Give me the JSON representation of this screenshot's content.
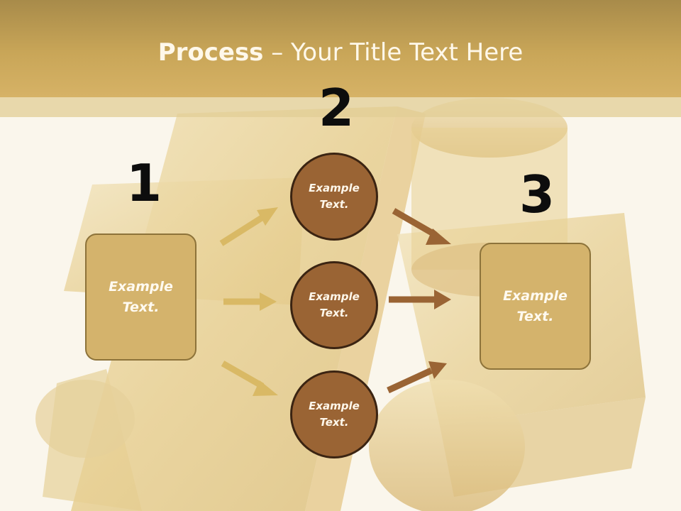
{
  "slide": {
    "title_bold": "Process",
    "title_rest": " – Your Title Text Here",
    "numbers": [
      "1",
      "2",
      "3"
    ],
    "left_box": "Example Text.",
    "right_box": "Example Text.",
    "circles": [
      "Example Text.",
      "Example Text.",
      "Example Text."
    ]
  },
  "colors": {
    "header": "#c9a658",
    "box_fill": "#d4b36c",
    "circle_fill": "#9a6434",
    "arrow_light": "#d9b965",
    "arrow_dark": "#9a6434"
  }
}
